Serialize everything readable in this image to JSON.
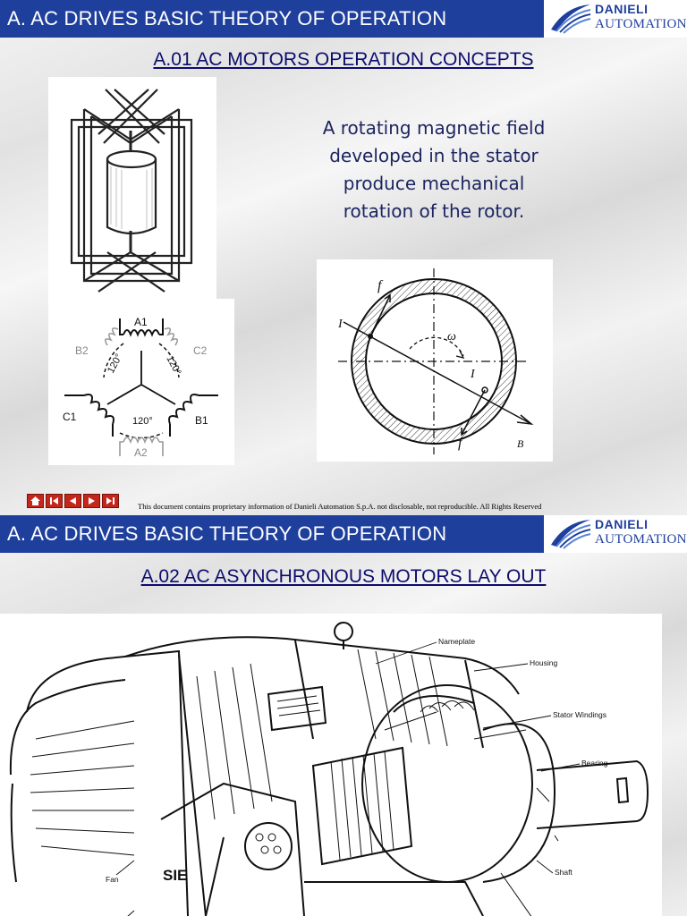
{
  "header": {
    "title": "A. AC DRIVES BASIC THEORY OF OPERATION",
    "logo_top": "DANIELI",
    "logo_bottom": "AUTOMATION"
  },
  "slide1": {
    "title": "A.01 AC MOTORS OPERATION CONCEPTS",
    "text_lines": [
      "A rotating magnetic field",
      "developed in the stator",
      "produce mechanical",
      "rotation of the rotor."
    ],
    "winding_labels": {
      "a1": "A1",
      "a2": "A2",
      "b1": "B1",
      "b2": "B2",
      "c1": "C1",
      "c2": "C2"
    },
    "angle_labels": {
      "left": "120°",
      "right": "120°",
      "bottom": "120°"
    },
    "rotor_labels": {
      "f_top": "f",
      "f_bottom": "f",
      "i_left": "I",
      "i_right": "I",
      "omega": "ω",
      "b": "B"
    },
    "footer": "This document contains proprietary information of Danieli Automation S.p.A. not disclosable, not reproducible. All Rights Reserved",
    "nav": [
      "home-icon",
      "first-icon",
      "prev-icon",
      "next-icon",
      "last-icon"
    ]
  },
  "slide2": {
    "title": "A.02 AC ASYNCHRONOUS MOTORS LAY OUT",
    "callouts": {
      "nameplate": "Nameplate",
      "housing": "Housing",
      "stator_windings": "Stator Windings",
      "bearing": "Bearing",
      "shaft": "Shaft",
      "fan": "Fan",
      "brand": "SIE"
    }
  },
  "colors": {
    "header_blue": "#1f3f9c",
    "title_navy": "#0c0c6e",
    "nav_red": "#c4261b"
  }
}
